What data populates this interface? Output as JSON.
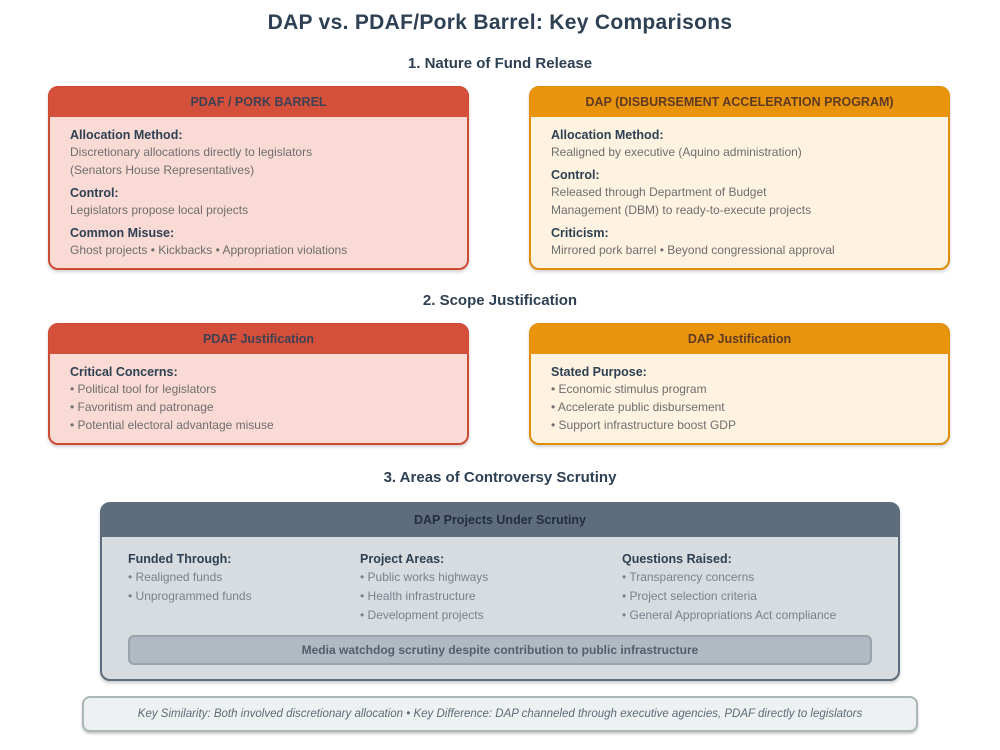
{
  "page": {
    "title": "DAP vs. PDAF/Pork Barrel: Key Comparisons"
  },
  "colors": {
    "heading_text": "#2e4053",
    "pdaf_red": "#d4503a",
    "pdaf_body_pink": "#f9dad4",
    "dap_orange": "#e9940d",
    "dap_body_cream": "#fdf3e0",
    "scrutiny_slate": "#5d6d7e",
    "scrutiny_body_gray": "#d7dce1",
    "banner_gray": "#b1bac3",
    "footer_gray": "#eef1f2"
  },
  "sections": [
    {
      "heading": "1. Nature of Fund Release",
      "cards": [
        {
          "theme": "red",
          "header": "PDAF / PORK BARREL",
          "items": [
            {
              "label": "Allocation Method:",
              "lines": [
                "Discretionary allocations directly to legislators",
                "(Senators House Representatives)"
              ]
            },
            {
              "label": "Control:",
              "lines": [
                "Legislators propose local projects"
              ]
            },
            {
              "label": "Common Misuse:",
              "lines": [
                "Ghost projects • Kickbacks • Appropriation violations"
              ]
            }
          ]
        },
        {
          "theme": "orange",
          "header": "DAP (DISBURSEMENT ACCELERATION PROGRAM)",
          "items": [
            {
              "label": "Allocation Method:",
              "lines": [
                "Realigned by executive (Aquino administration)"
              ]
            },
            {
              "label": "Control:",
              "lines": [
                "Released through Department of Budget",
                "Management (DBM) to ready-to-execute projects"
              ]
            },
            {
              "label": "Criticism:",
              "lines": [
                "Mirrored pork barrel • Beyond congressional approval"
              ]
            }
          ]
        }
      ]
    },
    {
      "heading": "2. Scope Justification",
      "cards": [
        {
          "theme": "red",
          "header": "PDAF Justification",
          "items": [
            {
              "label": "Critical Concerns:",
              "lines": [
                "• Political tool for legislators",
                "• Favoritism and patronage",
                "• Potential electoral advantage misuse"
              ]
            }
          ]
        },
        {
          "theme": "orange",
          "header": "DAP Justification",
          "items": [
            {
              "label": "Stated Purpose:",
              "lines": [
                "• Economic stimulus program",
                "• Accelerate public disbursement",
                "• Support infrastructure boost GDP"
              ]
            }
          ]
        }
      ]
    }
  ],
  "section3": {
    "heading": "3. Areas of Controversy Scrutiny",
    "card": {
      "header": "DAP Projects Under Scrutiny",
      "columns": [
        {
          "label": "Funded Through:",
          "lines": [
            "• Realigned funds",
            "• Unprogrammed funds"
          ]
        },
        {
          "label": "Project Areas:",
          "lines": [
            "• Public works highways",
            "• Health infrastructure",
            "• Development projects"
          ]
        },
        {
          "label": "Questions Raised:",
          "lines": [
            "• Transparency concerns",
            "• Project selection criteria",
            "• General Appropriations Act compliance"
          ]
        }
      ],
      "banner": "Media watchdog scrutiny despite contribution to public infrastructure"
    }
  },
  "footer": {
    "note": "Key Similarity: Both involved discretionary allocation • Key Difference: DAP channeled through executive agencies, PDAF directly to legislators"
  }
}
